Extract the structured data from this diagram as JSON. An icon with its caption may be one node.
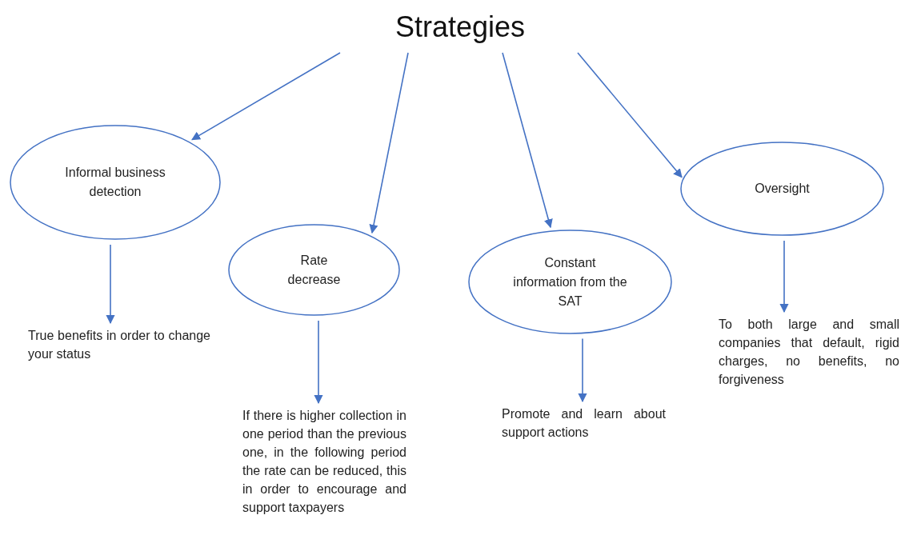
{
  "diagram": {
    "nodes": [
      {
        "text": [
          "Strategies"
        ]
      },
      {
        "text": [
          "Informal business detection"
        ]
      },
      {
        "text": [
          "Rate decrease"
        ]
      },
      {
        "text": [
          "Constant information from the SAT"
        ]
      },
      {
        "text": [
          "Oversight"
        ]
      },
      {
        "text": [
          "True benefits in order to change your status"
        ]
      },
      {
        "text": [
          "If there is higher collection in one period than the previous one, in the following period the rate can be reduced, this in order to encourage and support taxpayers"
        ]
      },
      {
        "text": [
          "Promote and learn about support actions"
        ]
      },
      {
        "text": [
          "To both large and small companies that default, rigid charges, no benefits, no forgiveness"
        ]
      }
    ],
    "edges": [
      {
        "from": 0,
        "to": 1,
        "arrow": "to"
      },
      {
        "from": 0,
        "to": 2,
        "arrow": "to"
      },
      {
        "from": 0,
        "to": 3,
        "arrow": "to"
      },
      {
        "from": 0,
        "to": 4,
        "arrow": "to"
      },
      {
        "from": 1,
        "to": 5,
        "arrow": "to"
      },
      {
        "from": 2,
        "to": 6,
        "arrow": "to"
      },
      {
        "from": 3,
        "to": 7,
        "arrow": "to"
      },
      {
        "from": 4,
        "to": 8,
        "arrow": "to"
      }
    ]
  }
}
